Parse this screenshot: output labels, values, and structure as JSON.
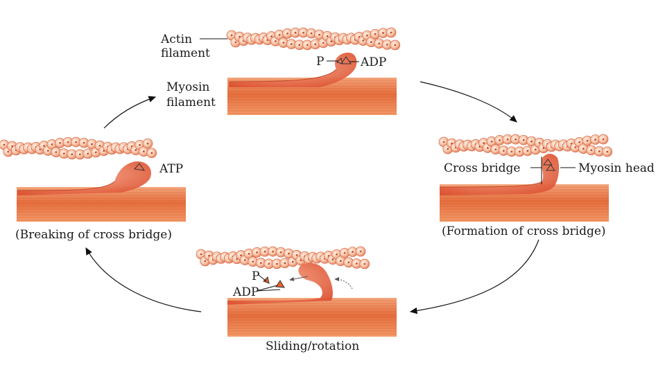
{
  "labels": {
    "actin": [
      "Actin",
      "filament"
    ],
    "myosin": [
      "Myosin",
      "filament"
    ],
    "p_top": "P",
    "adp_top": "ADP",
    "atp": "ATP",
    "cross_bridge": "Cross bridge",
    "myosin_head": "Myosin head",
    "p_bottom": "P",
    "adp_bottom": "ADP"
  },
  "captions": {
    "breaking": "(Breaking of cross bridge)",
    "formation": "(Formation of cross bridge)",
    "sliding": "Sliding/rotation"
  },
  "colors": {
    "actin_bead": "#f6c6a8",
    "actin_bead_edge": "#d9684a",
    "myosin_light": "#f49c6c",
    "myosin_dark": "#e8622e",
    "head": "#e86c48",
    "stripe": "#c94a1e",
    "arrow": "#111111"
  }
}
